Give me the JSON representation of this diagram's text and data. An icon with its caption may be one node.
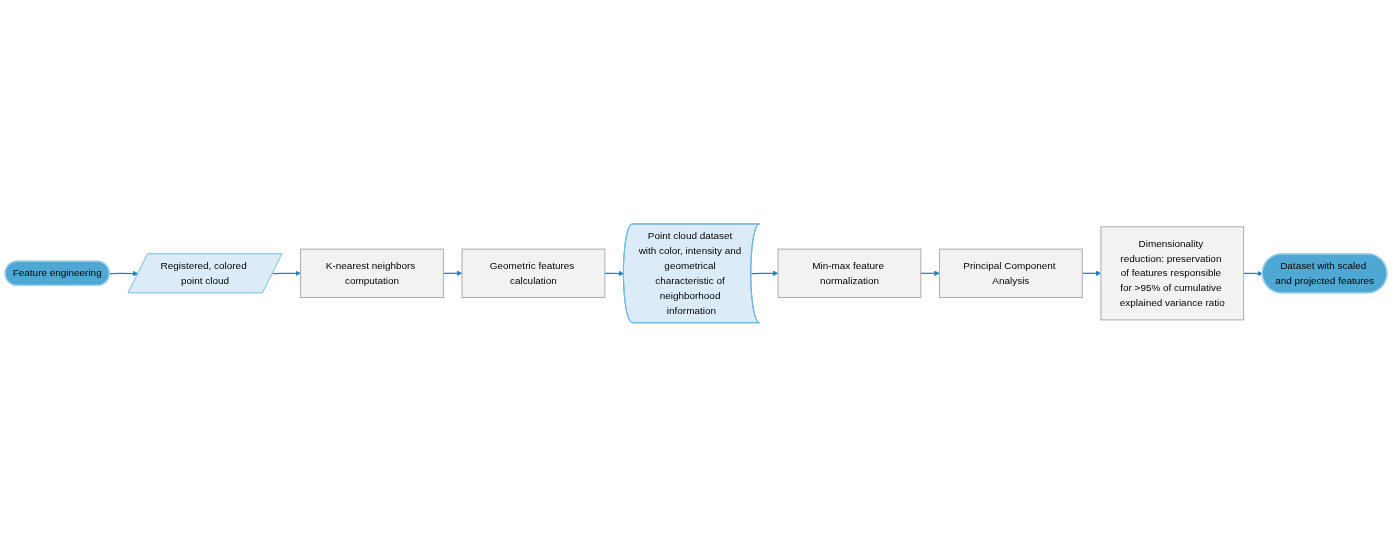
{
  "diagram": {
    "nodes": [
      {
        "text": [
          "Feature engineering"
        ]
      },
      {
        "text": [
          "Registered, colored point cloud"
        ]
      },
      {
        "text": [
          "K-nearest neighbors computation"
        ]
      },
      {
        "text": [
          "Geometric features calculation"
        ]
      },
      {
        "text": [
          "Point cloud dataset with color, intensity and geometrical characteristic of neighborhood information"
        ]
      },
      {
        "text": [
          "Min-max feature normalization"
        ]
      },
      {
        "text": [
          "Principal Component Analysis"
        ]
      },
      {
        "text": [
          "Dimensionality reduction: preservation of features responsible for >95% of cumulative explained variance ratio"
        ]
      },
      {
        "text": [
          "Dataset with scaled and projected features"
        ]
      }
    ],
    "edges": [
      {
        "from": 0,
        "to": 1,
        "arrow": "to"
      },
      {
        "from": 1,
        "to": 2,
        "arrow": "to"
      },
      {
        "from": 2,
        "to": 3,
        "arrow": "to"
      },
      {
        "from": 3,
        "to": 4,
        "arrow": "to"
      },
      {
        "from": 4,
        "to": 5,
        "arrow": "to"
      },
      {
        "from": 5,
        "to": 6,
        "arrow": "to"
      },
      {
        "from": 6,
        "to": 7,
        "arrow": "to"
      },
      {
        "from": 7,
        "to": 8,
        "arrow": "to"
      }
    ]
  }
}
